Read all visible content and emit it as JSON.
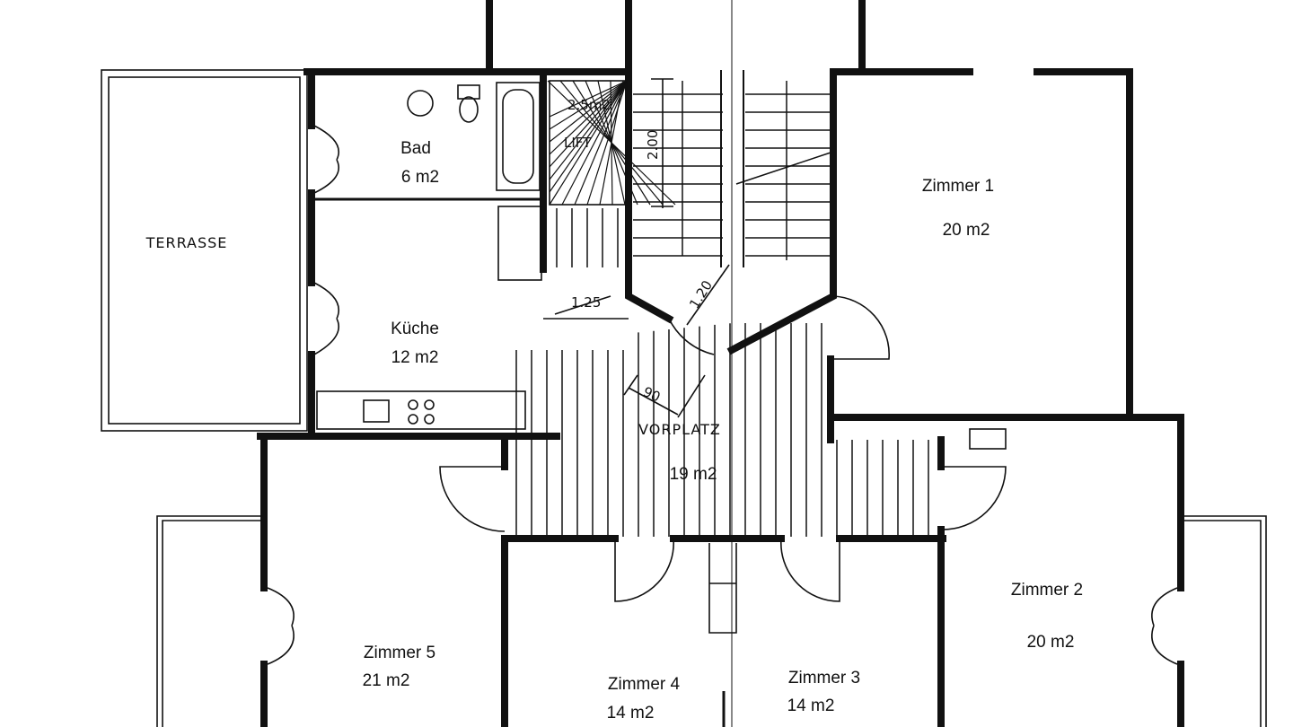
{
  "rooms": {
    "terrasse": {
      "name": "TERRASSE"
    },
    "bad": {
      "name": "Bad",
      "area": "6 m2"
    },
    "kueche": {
      "name": "Küche",
      "area": "12 m2"
    },
    "lift": {
      "name": "LIFT",
      "area": "2.5m2"
    },
    "vorplatz": {
      "name": "VORPLATZ",
      "area": "19 m2"
    },
    "zimmer1": {
      "name": "Zimmer 1",
      "area": "20 m2"
    },
    "zimmer2": {
      "name": "Zimmer 2",
      "area": "20 m2"
    },
    "zimmer3": {
      "name": "Zimmer 3",
      "area": "14 m2"
    },
    "zimmer4": {
      "name": "Zimmer 4",
      "area": "14 m2"
    },
    "zimmer5": {
      "name": "Zimmer 5",
      "area": "21 m2"
    }
  },
  "dimensions": {
    "stair_length": "2.00",
    "landing_radius": "1.20",
    "lift_door": "1.25",
    "door_width": "90"
  }
}
